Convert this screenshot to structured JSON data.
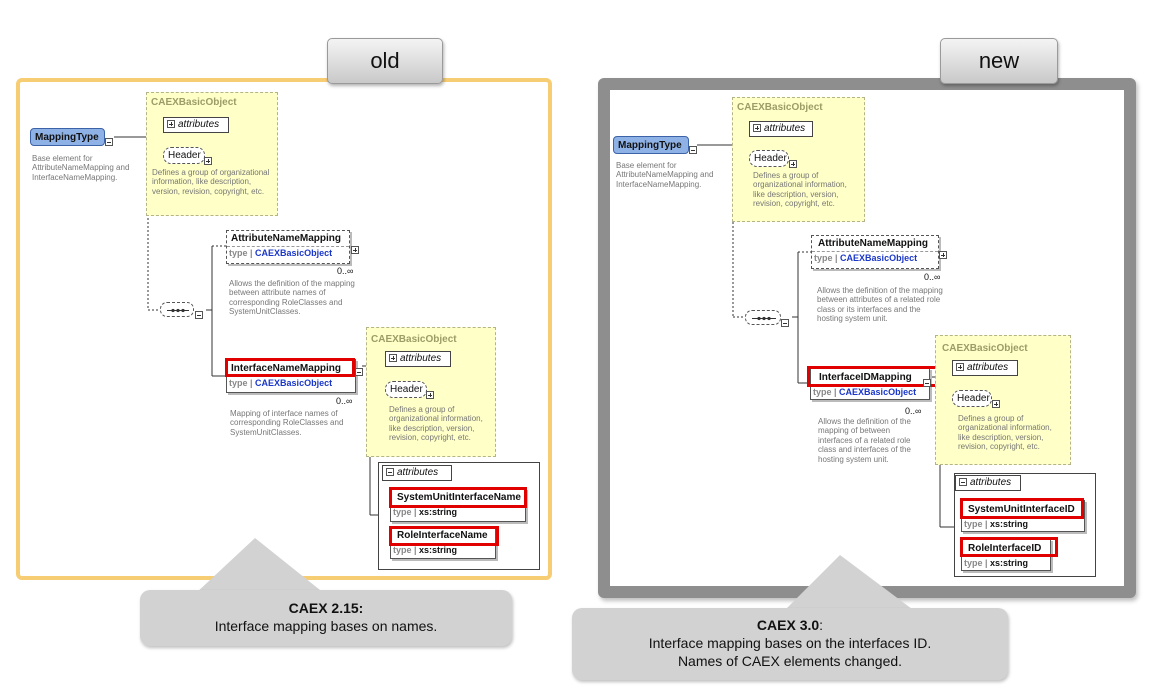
{
  "tabs": {
    "old": "old",
    "new": "new"
  },
  "common": {
    "caex_basic_object": "CAEXBasicObject",
    "attributes": "attributes",
    "header": "Header",
    "header_desc_old": "Defines a group of organizational information, like description, version, revision, copyright, etc.",
    "mapping_type": "MappingType",
    "mapping_type_desc": "Base element for AttributeNameMapping and InterfaceNameMapping.",
    "attribute_name_mapping": "AttributeNameMapping",
    "type_label": "type",
    "caex_type": "CAEXBasicObject",
    "xs_string": "xs:string",
    "multiplicity": "0..∞"
  },
  "old": {
    "attr_mapping_desc": "Allows the definition of the mapping between attribute names of corresponding RoleClasses and SystemUnitClasses.",
    "iface_mapping": "InterfaceNameMapping",
    "iface_mapping_desc": "Mapping of interface names of corresponding RoleClasses and SystemUnitClasses.",
    "attr_1": "SystemUnitInterfaceName",
    "attr_2": "RoleInterfaceName"
  },
  "new": {
    "attr_mapping_desc": "Allows the definition of the mapping between attributes of a related role class or its interfaces and the hosting system unit.",
    "iface_mapping": "InterfaceIDMapping",
    "iface_mapping_desc": "Allows the definition of the mapping of between interfaces of a related role class and interfaces of the hosting system unit.",
    "attr_1": "SystemUnitInterfaceID",
    "attr_2": "RoleInterfaceID"
  },
  "callouts": {
    "old_title": "CAEX 2.15:",
    "old_text": "Interface mapping bases on names.",
    "new_title": "CAEX 3.0",
    "new_title_suffix": ":",
    "new_line1": "Interface mapping bases on the interfaces ID.",
    "new_line2": "Names of CAEX elements changed."
  }
}
